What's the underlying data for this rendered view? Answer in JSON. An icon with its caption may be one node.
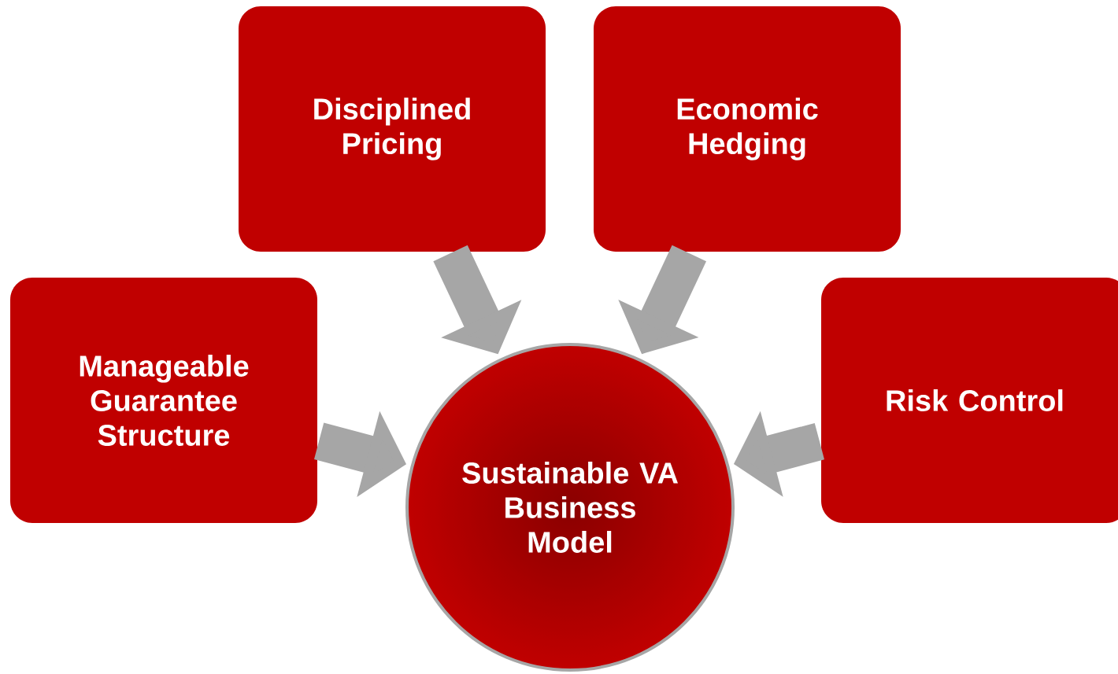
{
  "diagram": {
    "nodes": [
      {
        "text": [
          "Disciplined Pricing"
        ]
      },
      {
        "text": [
          "Economic Hedging"
        ]
      },
      {
        "text": [
          "Manageable Guarantee Structure"
        ]
      },
      {
        "text": [
          "Risk Control"
        ]
      },
      {
        "text": [
          "Sustainable VA Business Model"
        ]
      }
    ],
    "edges": [
      {
        "from": 0,
        "to": 4,
        "arrow": "to"
      },
      {
        "from": 1,
        "to": 4,
        "arrow": "to"
      },
      {
        "from": 2,
        "to": 4,
        "arrow": "to"
      },
      {
        "from": 3,
        "to": 4,
        "arrow": "to"
      }
    ]
  }
}
